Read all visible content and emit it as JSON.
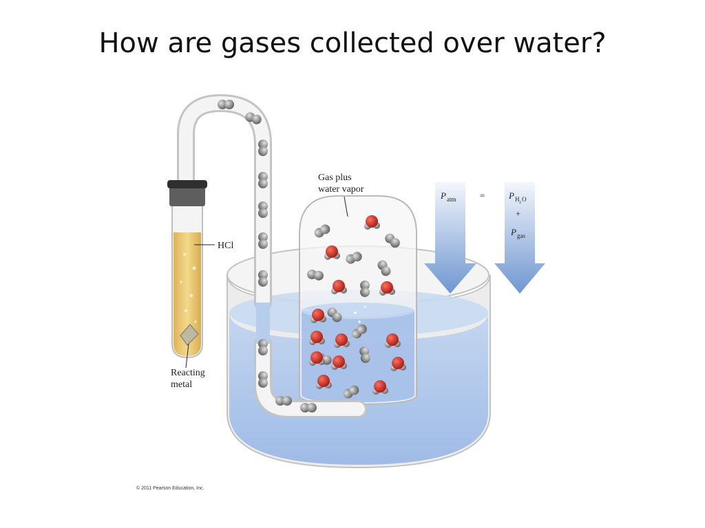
{
  "title": "How are gases collected over water?",
  "labels": {
    "hcl": "HCl",
    "reacting_metal_line1": "Reacting",
    "reacting_metal_line2": "metal",
    "gas_line1": "Gas plus",
    "gas_line2": "water vapor"
  },
  "equation": {
    "p_atm": "P",
    "p_atm_sub": "atm",
    "equals": "=",
    "p_h2o": "P",
    "p_h2o_sub": "H",
    "p_h2o_sub2": "2",
    "p_h2o_sub3": "O",
    "plus": "+",
    "p_gas": "P",
    "p_gas_sub": "gas"
  },
  "copyright": "© 2011 Pearson Education, Inc.",
  "colors": {
    "water": "#a9c4e8",
    "acid": "#e9c670",
    "arrow": "#6f96d0",
    "oxygen_atom": "#c0322a",
    "hydrogen_atom": "#8b8b8b"
  },
  "icons": [
    "hydrogen-molecule-icon",
    "water-molecule-icon",
    "pressure-arrow-icon"
  ]
}
